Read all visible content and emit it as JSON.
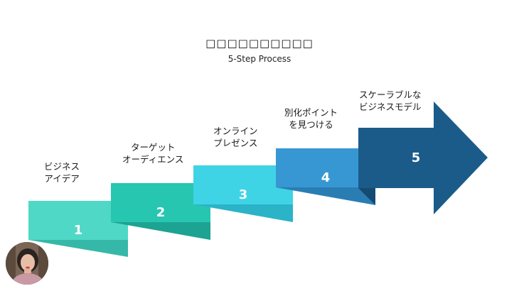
{
  "title": "□□□□□□□□□□",
  "subtitle": "5-Step Process",
  "steps": [
    {
      "number": "1",
      "label_line1": "ビジネス",
      "label_line2": "アイデア",
      "color": "#4fd8c5"
    },
    {
      "number": "2",
      "label_line1": "ターゲット",
      "label_line2": "オーディエンス",
      "color": "#27c6b0"
    },
    {
      "number": "3",
      "label_line1": "オンライン",
      "label_line2": "プレゼンス",
      "color": "#3fd3e6"
    },
    {
      "number": "4",
      "label_line1": "別化ポイント",
      "label_line2": "を見つける",
      "color": "#3797d3"
    },
    {
      "number": "5",
      "label_line1": "スケーラブルな",
      "label_line2": "ビジネスモデル",
      "color": "#1b5b8a"
    }
  ]
}
